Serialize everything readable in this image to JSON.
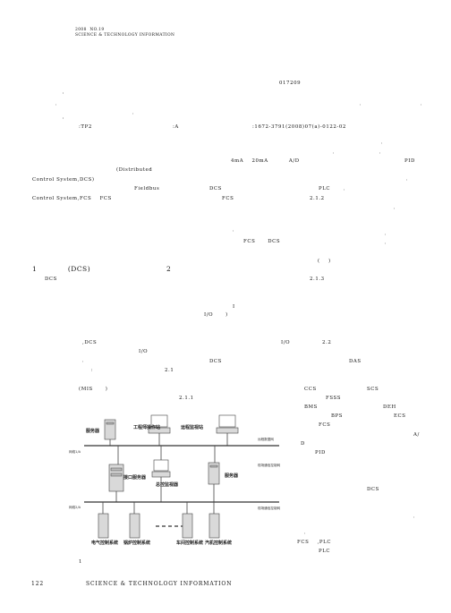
{
  "header": {
    "line1": "2008  NO.19",
    "line2": "SCIENCE & TECHNOLOGY INFORMATION"
  },
  "meta": {
    "article_no": "017209",
    "class_code": ":TP2",
    "doc_code": ":A",
    "issn": ":1672-3791(2008)07(a)-0122-02"
  },
  "body": {
    "r1": "4mA    20mA          A/D",
    "r2": "PID",
    "r3": "(Distributed",
    "r4": "Control System,DCS)",
    "r5": "Fieldbus",
    "r6": "DCS",
    "r7": "PLC",
    "r8": "Control System,FCS    FCS",
    "r9": "FCS",
    "r10": "2.1.2",
    "r11": "FCS      DCS",
    "r12": "(    )",
    "h1": "1            (DCS)",
    "h2": "2",
    "r13": "DCS",
    "r14": "2.1.3",
    "r15": "I",
    "r16": "I/O      )",
    "r17": ",DCS",
    "r18": "I/O",
    "r19": "2.2",
    "r20": "I/O",
    "r21": "DCS",
    "r22": "DAS",
    "r23": "2.1",
    "r24": "(MIS      )",
    "r25": "2.1.1",
    "r26": "CCS",
    "r27": "SCS",
    "r28": "FSSS",
    "r29": "BMS",
    "r30": "DEH",
    "r31": "BPS",
    "r32": "ECS",
    "r33": "FCS",
    "r34": "A/",
    "r35": "D",
    "r36": "PID",
    "r37": "DCS",
    "r38": "FCS    ,PLC",
    "r39": "PLC",
    "fig_caption": "1"
  },
  "figure": {
    "server_top": "服务器",
    "eng_station": "工程师操作站",
    "monitor_station": "运程监视站",
    "net_top": "远程数据网",
    "net_left1": "网络1/A",
    "net_mid_r": "现场通信控制网",
    "comm_server": "接口服务器",
    "general_monitor": "总控监视器",
    "server_mid": "服务器",
    "net_left2": "网络2/A",
    "net_bot_r": "现场通信控制网",
    "sub1": "电气控制系统",
    "sub2": "锅炉控制系统",
    "sub3": "车间控制系统",
    "sub4": "汽机控制系统"
  },
  "footer": {
    "page": "122",
    "journal": "SCIENCE & TECHNOLOGY INFORMATION"
  }
}
